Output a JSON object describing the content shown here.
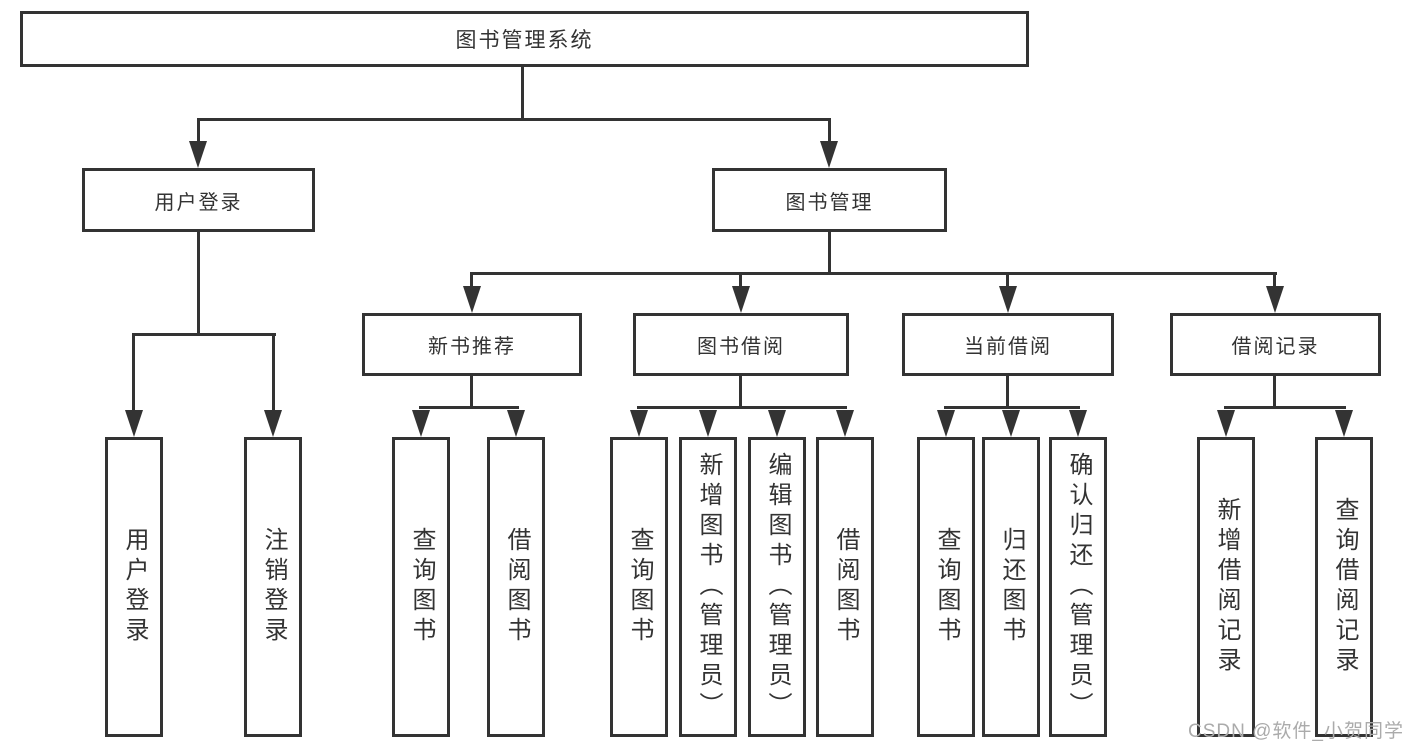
{
  "diagram": {
    "root": {
      "label": "图书管理系统"
    },
    "level1": [
      {
        "label": "用户登录"
      },
      {
        "label": "图书管理"
      }
    ],
    "level2": [
      {
        "label": "新书推荐"
      },
      {
        "label": "图书借阅"
      },
      {
        "label": "当前借阅"
      },
      {
        "label": "借阅记录"
      }
    ],
    "leaves": {
      "user_login": [
        {
          "label": "用户登录"
        },
        {
          "label": "注销登录"
        }
      ],
      "new_book_recommend": [
        {
          "label": "查询图书"
        },
        {
          "label": "借阅图书"
        }
      ],
      "book_borrow": [
        {
          "label": "查询图书"
        },
        {
          "label": "新增图书（管理员）"
        },
        {
          "label": "编辑图书（管理员）"
        },
        {
          "label": "借阅图书"
        }
      ],
      "current_borrow": [
        {
          "label": "查询图书"
        },
        {
          "label": "归还图书"
        },
        {
          "label": "确认归还（管理员）"
        }
      ],
      "borrow_records": [
        {
          "label": "新增借阅记录"
        },
        {
          "label": "查询借阅记录"
        }
      ]
    }
  },
  "watermark": {
    "text": "CSDN @软件_小贺同学"
  },
  "colors": {
    "line": "#333333",
    "text": "#333333",
    "watermark": "#ababab",
    "background": "#ffffff"
  }
}
